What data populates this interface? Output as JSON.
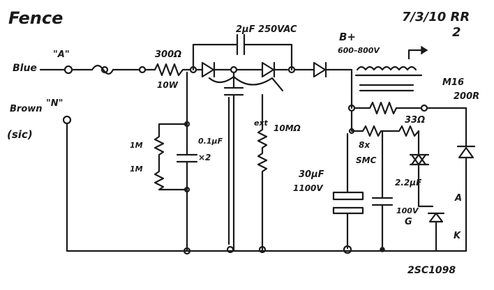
{
  "title": "Fence",
  "date_note": "7/3/10 RR",
  "page_mark": "2",
  "terminals": {
    "blue": "Blue",
    "blue_tag": "\"A\"",
    "brown": "Brown",
    "brown_tag": "\"N\"",
    "sic": "(sic)"
  },
  "labels": {
    "r_input": "300Ω",
    "r_input_power": "10W",
    "cap_top": "2µF 250VAC",
    "bplus": "B+",
    "bplus_range": "600–800V",
    "r_1m_top": "1M",
    "r_1m_bottom": "1M",
    "cap_small": "0.1µF",
    "cap_small_mult": "×2",
    "r_10m": "10MΩ",
    "cap_big": "30µF",
    "cap_big_voltage": "1100V",
    "r_200": "200R",
    "r_33": "33Ω",
    "cap_22": "2.2µF",
    "cap_22_voltage": "100V",
    "diac_label": "8x",
    "diac_sub": "SMC",
    "scr_label": "M16",
    "scr_a": "A",
    "scr_g": "G",
    "scr_k": "K",
    "scr_part": "2SC1098",
    "note_coil": "ext"
  }
}
